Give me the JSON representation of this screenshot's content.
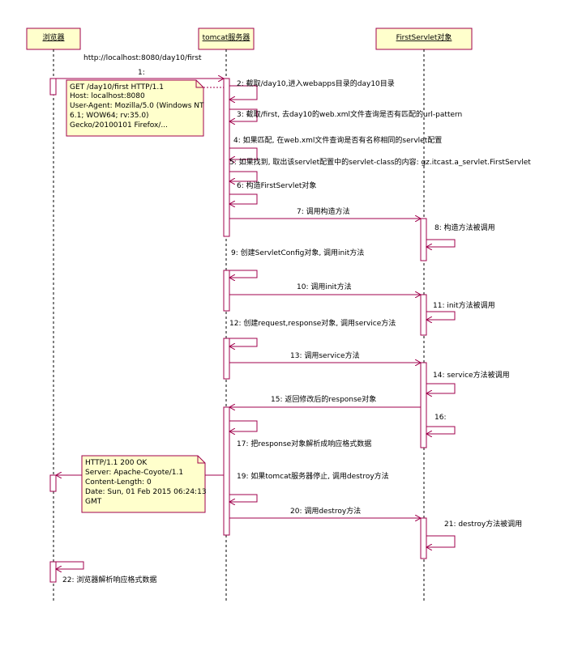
{
  "participants": {
    "browser": "浏览器",
    "tomcat": "tomcat服务器",
    "servlet": "FirstServlet对象"
  },
  "url_label": "http://localhost:8080/day10/first",
  "messages": {
    "m1": "1:",
    "m2": "2: 截取/day10,进入webapps目录的day10目录",
    "m3": "3: 截取/first, 去day10的web.xml文件查询是否有匹配的url-pattern",
    "m4": "4: 如果匹配, 在web.xml文件查询是否有名称相同的servlet配置",
    "m5": "5: 如果找到, 取出该servlet配置中的servlet-class的内容: gz.itcast.a_servlet.FirstServlet",
    "m6": "6: 构造FirstServlet对象",
    "m7": "7: 调用构造方法",
    "m8": "8: 构造方法被调用",
    "m9": "9: 创建ServletConfig对象, 调用init方法",
    "m10": "10: 调用init方法",
    "m11": "11: init方法被调用",
    "m12": "12: 创建request,response对象, 调用service方法",
    "m13": "13: 调用service方法",
    "m14": "14: service方法被调用",
    "m15": "15: 返回修改后的response对象",
    "m16": "16:",
    "m17": "17: 把response对象解析成响应格式数据",
    "m19": "19: 如果tomcat服务器停止, 调用destroy方法",
    "m20": "20: 调用destroy方法",
    "m21": "21: destroy方法被调用",
    "m22": "22: 浏览器解析响应格式数据"
  },
  "request_note": [
    "GET /day10/first HTTP/1.1",
    "Host: localhost:8080",
    "User-Agent: Mozilla/5.0 (Windows NT",
    "6.1; WOW64; rv:35.0)",
    "Gecko/20100101 Firefox/..."
  ],
  "response_note": [
    "HTTP/1.1 200 OK",
    "Server: Apache-Coyote/1.1",
    "Content-Length: 0",
    "Date: Sun, 01 Feb 2015 06:24:13",
    "GMT"
  ],
  "colors": {
    "box_fill": "#ffffcc",
    "line": "#a0004c",
    "text": "#000000"
  }
}
